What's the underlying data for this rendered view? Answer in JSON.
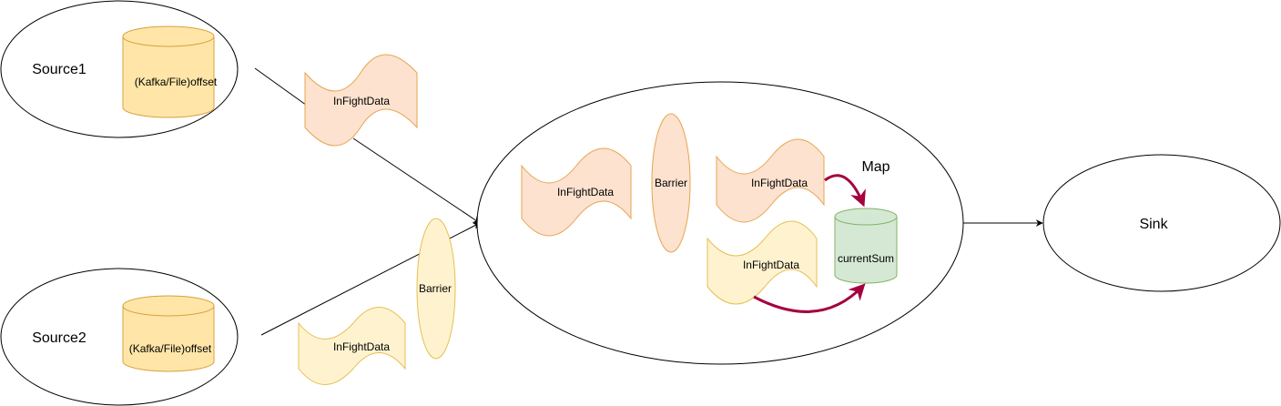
{
  "nodes": {
    "source1": {
      "label": "Source1",
      "store_label": "(Kafka/File)offset"
    },
    "source2": {
      "label": "Source2",
      "store_label": "(Kafka/File)offset"
    },
    "sink": {
      "label": "Sink"
    },
    "map": {
      "label": "Map",
      "state_label": "currentSum"
    }
  },
  "flow_items": {
    "in_flight_1": "InFightData",
    "in_flight_2": "InFightData",
    "barrier_2": "Barrier",
    "map_in_flight_a": "InFightData",
    "map_barrier": "Barrier",
    "map_in_flight_b": "InFightData",
    "map_in_flight_c": "InFightData"
  },
  "colors": {
    "orange_fill": "#fce2cf",
    "orange_stroke": "#e7a450",
    "yellow_fill": "#fff3cf",
    "yellow_stroke": "#e5bf55",
    "green_fill": "#d5e8d4",
    "green_stroke": "#82b366",
    "accent_arrow": "#a50040"
  }
}
